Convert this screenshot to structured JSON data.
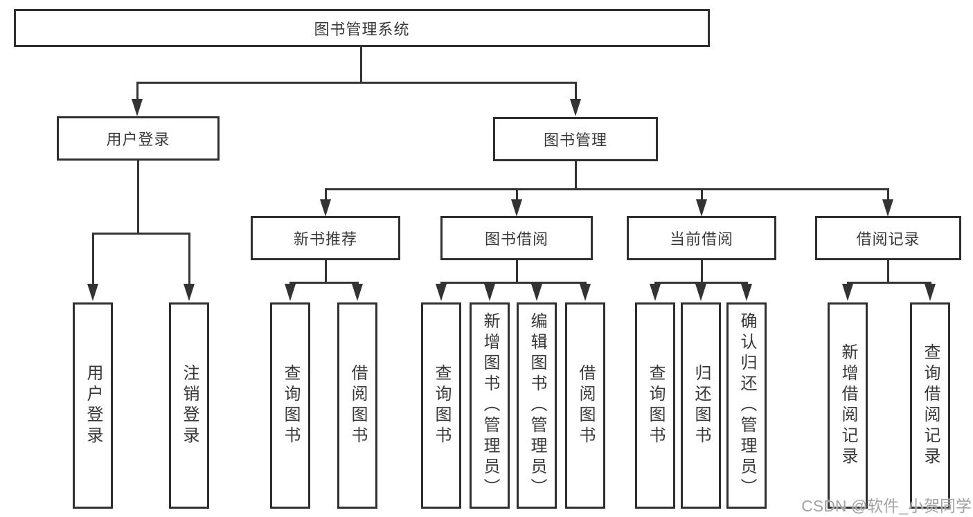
{
  "diagram": {
    "root": {
      "label": "图书管理系统"
    },
    "level2": [
      {
        "label": "用户登录"
      },
      {
        "label": "图书管理"
      }
    ],
    "level3": [
      {
        "label": "新书推荐"
      },
      {
        "label": "图书借阅"
      },
      {
        "label": "当前借阅"
      },
      {
        "label": "借阅记录"
      }
    ],
    "leaves": [
      {
        "label": "用户登录"
      },
      {
        "label": "注销登录"
      },
      {
        "label": "查询图书"
      },
      {
        "label": "借阅图书"
      },
      {
        "label": "查询图书"
      },
      {
        "label": "新增图书（管理员）"
      },
      {
        "label": "编辑图书（管理员）"
      },
      {
        "label": "借阅图书"
      },
      {
        "label": "查询图书"
      },
      {
        "label": "归还图书"
      },
      {
        "label": "确认归还（管理员）"
      },
      {
        "label": "新增借阅记录"
      },
      {
        "label": "查询借阅记录"
      }
    ],
    "watermark": "CSDN @软件_小贺同学",
    "colors": {
      "line": "#333333",
      "box_border": "#2f2f2f",
      "text": "#383838",
      "watermark": "#a3a3a3",
      "background": "#ffffff"
    }
  }
}
